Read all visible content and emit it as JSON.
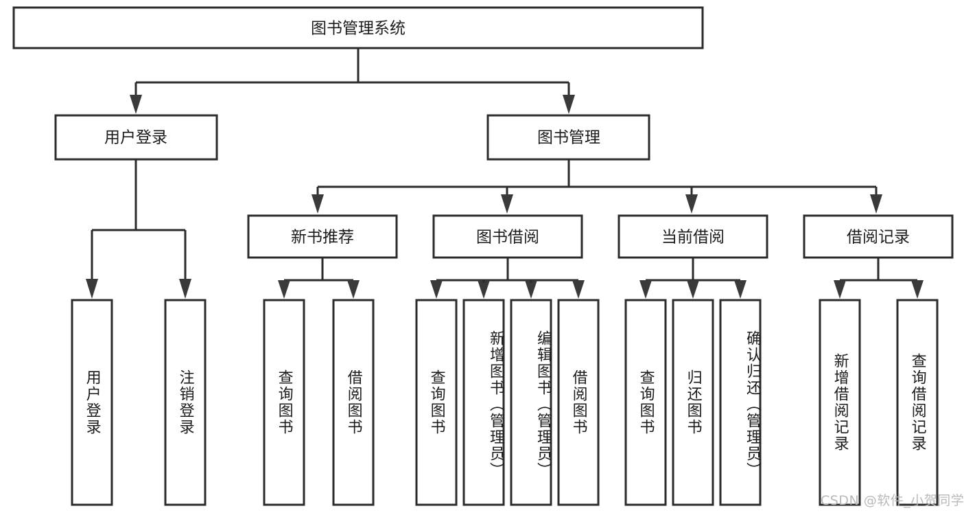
{
  "diagram": {
    "type": "tree",
    "title": "图书管理系统",
    "orientation": "top-down",
    "root": {
      "id": "root",
      "label": "图书管理系统"
    },
    "level2": [
      {
        "id": "user-login",
        "label": "用户登录"
      },
      {
        "id": "book-manage",
        "label": "图书管理"
      }
    ],
    "level3": [
      {
        "id": "new-book-rec",
        "label": "新书推荐",
        "parent": "book-manage"
      },
      {
        "id": "book-borrow",
        "label": "图书借阅",
        "parent": "book-manage"
      },
      {
        "id": "current-borrow",
        "label": "当前借阅",
        "parent": "book-manage"
      },
      {
        "id": "borrow-record",
        "label": "借阅记录",
        "parent": "book-manage"
      }
    ],
    "leaves": {
      "user-login": [
        {
          "id": "leaf-user-login",
          "label": "用户登录"
        },
        {
          "id": "leaf-logout",
          "label": "注销登录"
        }
      ],
      "new-book-rec": [
        {
          "id": "leaf-query-book-1",
          "label": "查询图书"
        },
        {
          "id": "leaf-borrow-book-1",
          "label": "借阅图书"
        }
      ],
      "book-borrow": [
        {
          "id": "leaf-query-book-2",
          "label": "查询图书"
        },
        {
          "id": "leaf-add-book",
          "label": "新增图书（管理员）"
        },
        {
          "id": "leaf-edit-book",
          "label": "编辑图书（管理员）"
        },
        {
          "id": "leaf-borrow-book-2",
          "label": "借阅图书"
        }
      ],
      "current-borrow": [
        {
          "id": "leaf-query-book-3",
          "label": "查询图书"
        },
        {
          "id": "leaf-return-book",
          "label": "归还图书"
        },
        {
          "id": "leaf-confirm-return",
          "label": "确认归还（管理员）"
        }
      ],
      "borrow-record": [
        {
          "id": "leaf-add-record",
          "label": "新增借阅记录"
        },
        {
          "id": "leaf-query-record",
          "label": "查询借阅记录"
        }
      ]
    },
    "colors": {
      "box_stroke": "#2b2b2b",
      "box_fill": "#ffffff",
      "text": "#1b1b1b",
      "connector": "#2b2b2b",
      "watermark": "#b9b9b9",
      "background": "#ffffff"
    }
  },
  "watermark": {
    "text": "CSDN @软件_小贺同学"
  }
}
